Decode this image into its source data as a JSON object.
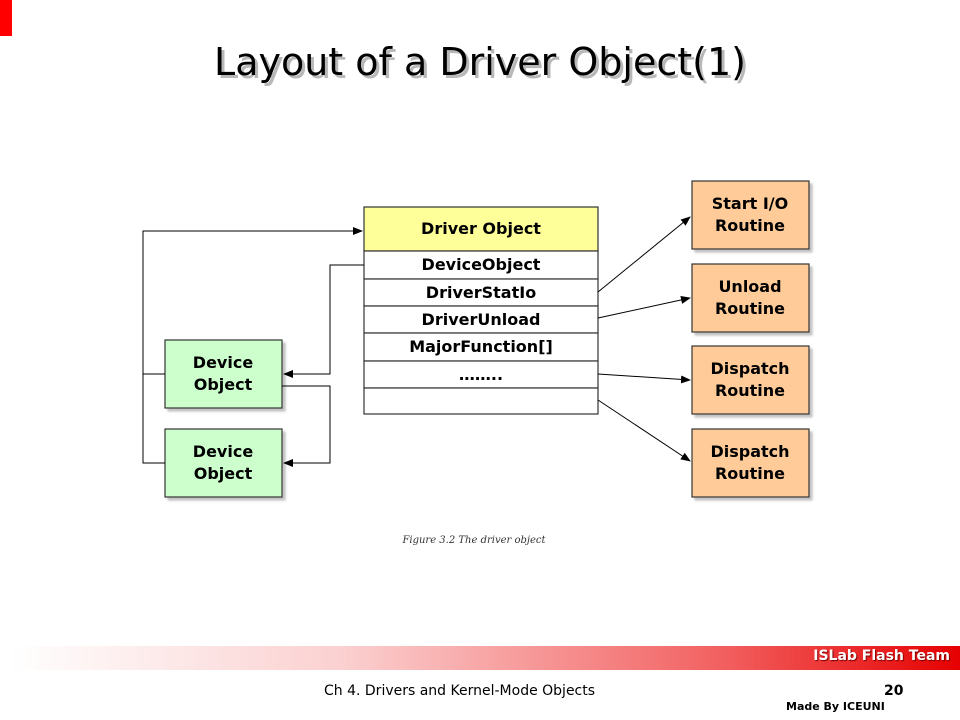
{
  "slide": {
    "title": "Layout of a Driver Object(1)",
    "caption": "Figure 3.2 The driver object",
    "footer": {
      "team": "ISLab Flash Team",
      "chapter": "Ch 4. Drivers and Kernel-Mode Objects",
      "page": "20",
      "made_by": "Made By ICEUNI"
    }
  },
  "diagram": {
    "driver_object": {
      "header": "Driver Object",
      "fields": [
        "DeviceObject",
        "DriverStatIo",
        "DriverUnload",
        "MajorFunction[]",
        "……..",
        ""
      ]
    },
    "device_objects": [
      {
        "line1": "Device",
        "line2": "Object"
      },
      {
        "line1": "Device",
        "line2": "Object"
      }
    ],
    "routines": [
      {
        "line1": "Start I/O",
        "line2": "Routine"
      },
      {
        "line1": "Unload",
        "line2": "Routine"
      },
      {
        "line1": "Dispatch",
        "line2": "Routine"
      },
      {
        "line1": "Dispatch",
        "line2": "Routine"
      }
    ],
    "colors": {
      "header_fill": "#ffff99",
      "device_fill": "#ccffcc",
      "routine_fill": "#ffcc99",
      "footer_accent": "#e60000"
    }
  }
}
